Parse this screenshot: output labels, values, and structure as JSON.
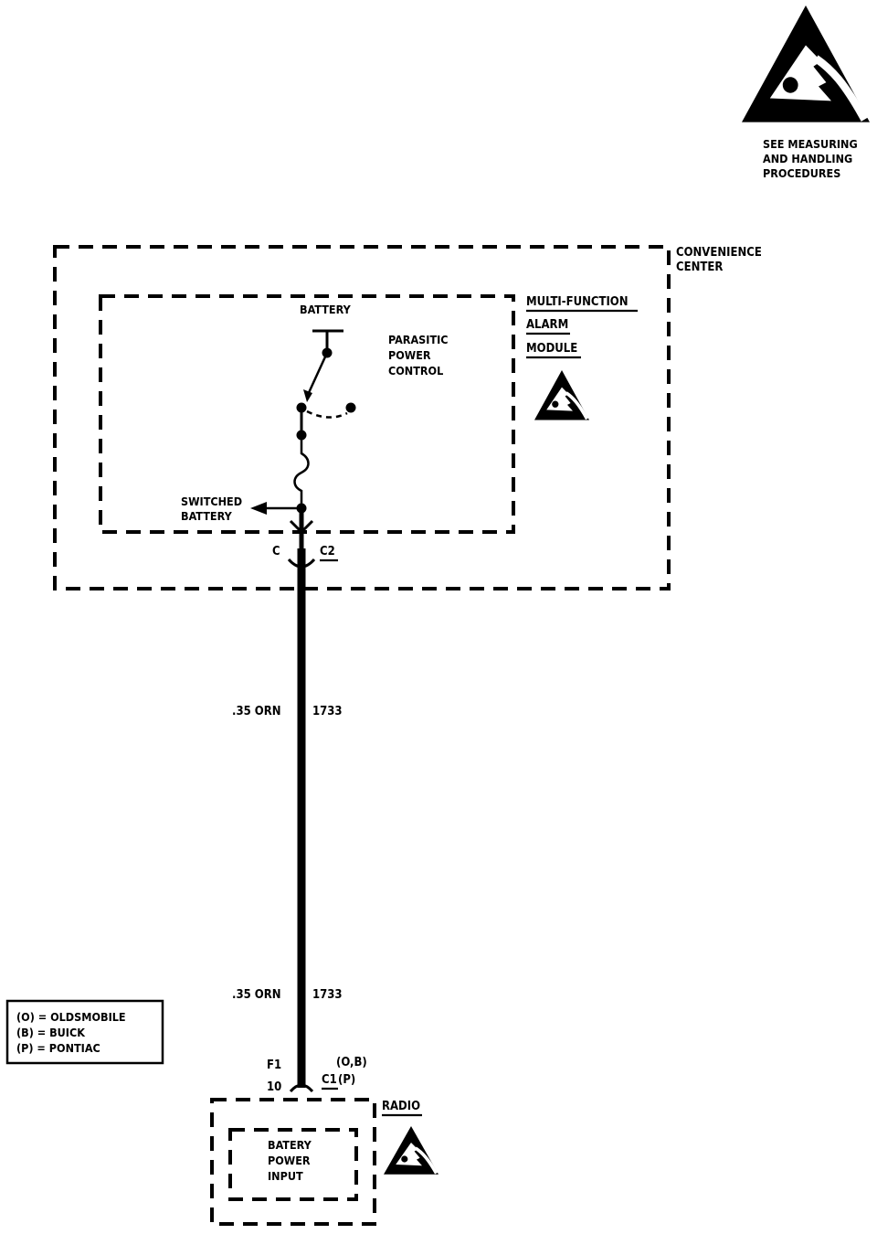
{
  "esd_notice": {
    "lines": [
      "SEE MEASURING",
      "AND HANDLING",
      "PROCEDURES"
    ]
  },
  "convenience_center": {
    "lines": [
      "CONVENIENCE",
      "CENTER"
    ]
  },
  "alarm_module": {
    "name_lines": [
      "MULTI-FUNCTION",
      "ALARM",
      "MODULE"
    ],
    "battery_label": "BATTERY",
    "control_lines": [
      "PARASITIC",
      "POWER",
      "CONTROL"
    ],
    "switched_lines": [
      "SWITCHED",
      "BATTERY"
    ]
  },
  "connector_top": {
    "pin": "C",
    "name": "C2"
  },
  "wire": {
    "gauge_color": ".35 ORN",
    "circuit": "1733"
  },
  "legend": {
    "lines": [
      "(O) = OLDSMOBILE",
      "(B) = BUICK",
      "(P) = PONTIAC"
    ]
  },
  "connector_bottom": {
    "pin_pontiac": "F1",
    "pin_ob": "10",
    "name_ob": "(O,B)",
    "name_p_prefix": "C1",
    "name_p_suffix": "(P)"
  },
  "radio": {
    "name": "RADIO",
    "input_lines": [
      "BATERY",
      "POWER",
      "INPUT"
    ]
  },
  "icons": [
    "esd-warning-icon"
  ]
}
